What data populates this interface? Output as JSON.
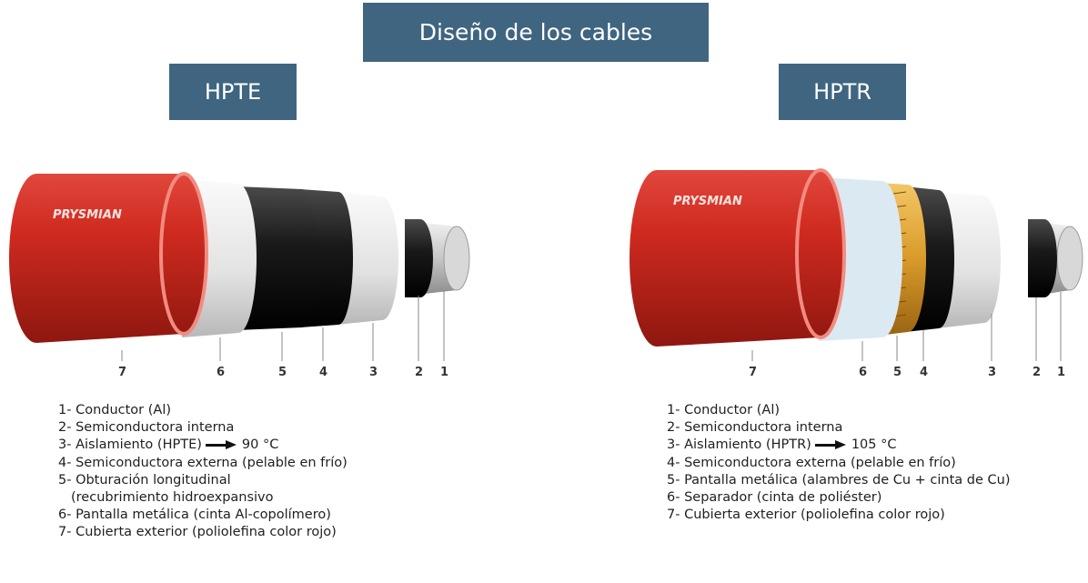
{
  "title": "Diseño de los cables",
  "cables": [
    {
      "label": "HPTE",
      "brand": "PRYSMIAN",
      "numbers": [
        "7",
        "6",
        "5",
        "4",
        "3",
        "2",
        "1"
      ],
      "legend": [
        "1- Conductor (Al)",
        "2- Semiconductora interna",
        {
          "text": "3- Aislamiento (HPTE)",
          "value": "90 °C"
        },
        "4- Semiconductora externa (pelable en frío)",
        "5- Obturación longitudinal",
        "(recubrimiento hidroexpansivo",
        "6- Pantalla metálica (cinta Al-copolímero)",
        "7- Cubierta exterior (poliolefina color rojo)"
      ]
    },
    {
      "label": "HPTR",
      "brand": "PRYSMIAN",
      "numbers": [
        "7",
        "6",
        "5",
        "4",
        "3",
        "2",
        "1"
      ],
      "legend": [
        "1- Conductor (Al)",
        "2- Semiconductora interna",
        {
          "text": "3- Aislamiento (HPTR)",
          "value": "105 °C"
        },
        "4- Semiconductora externa (pelable en frío)",
        "5- Pantalla metálica (alambres de Cu +  cinta de Cu)",
        "6- Separador (cinta de poliéster)",
        "7- Cubierta exterior (poliolefina color rojo)"
      ]
    }
  ],
  "colors": {
    "header_bg": "#3f6580",
    "sheath_red": "#c8261d",
    "copper_wire": "#d99a2a"
  }
}
